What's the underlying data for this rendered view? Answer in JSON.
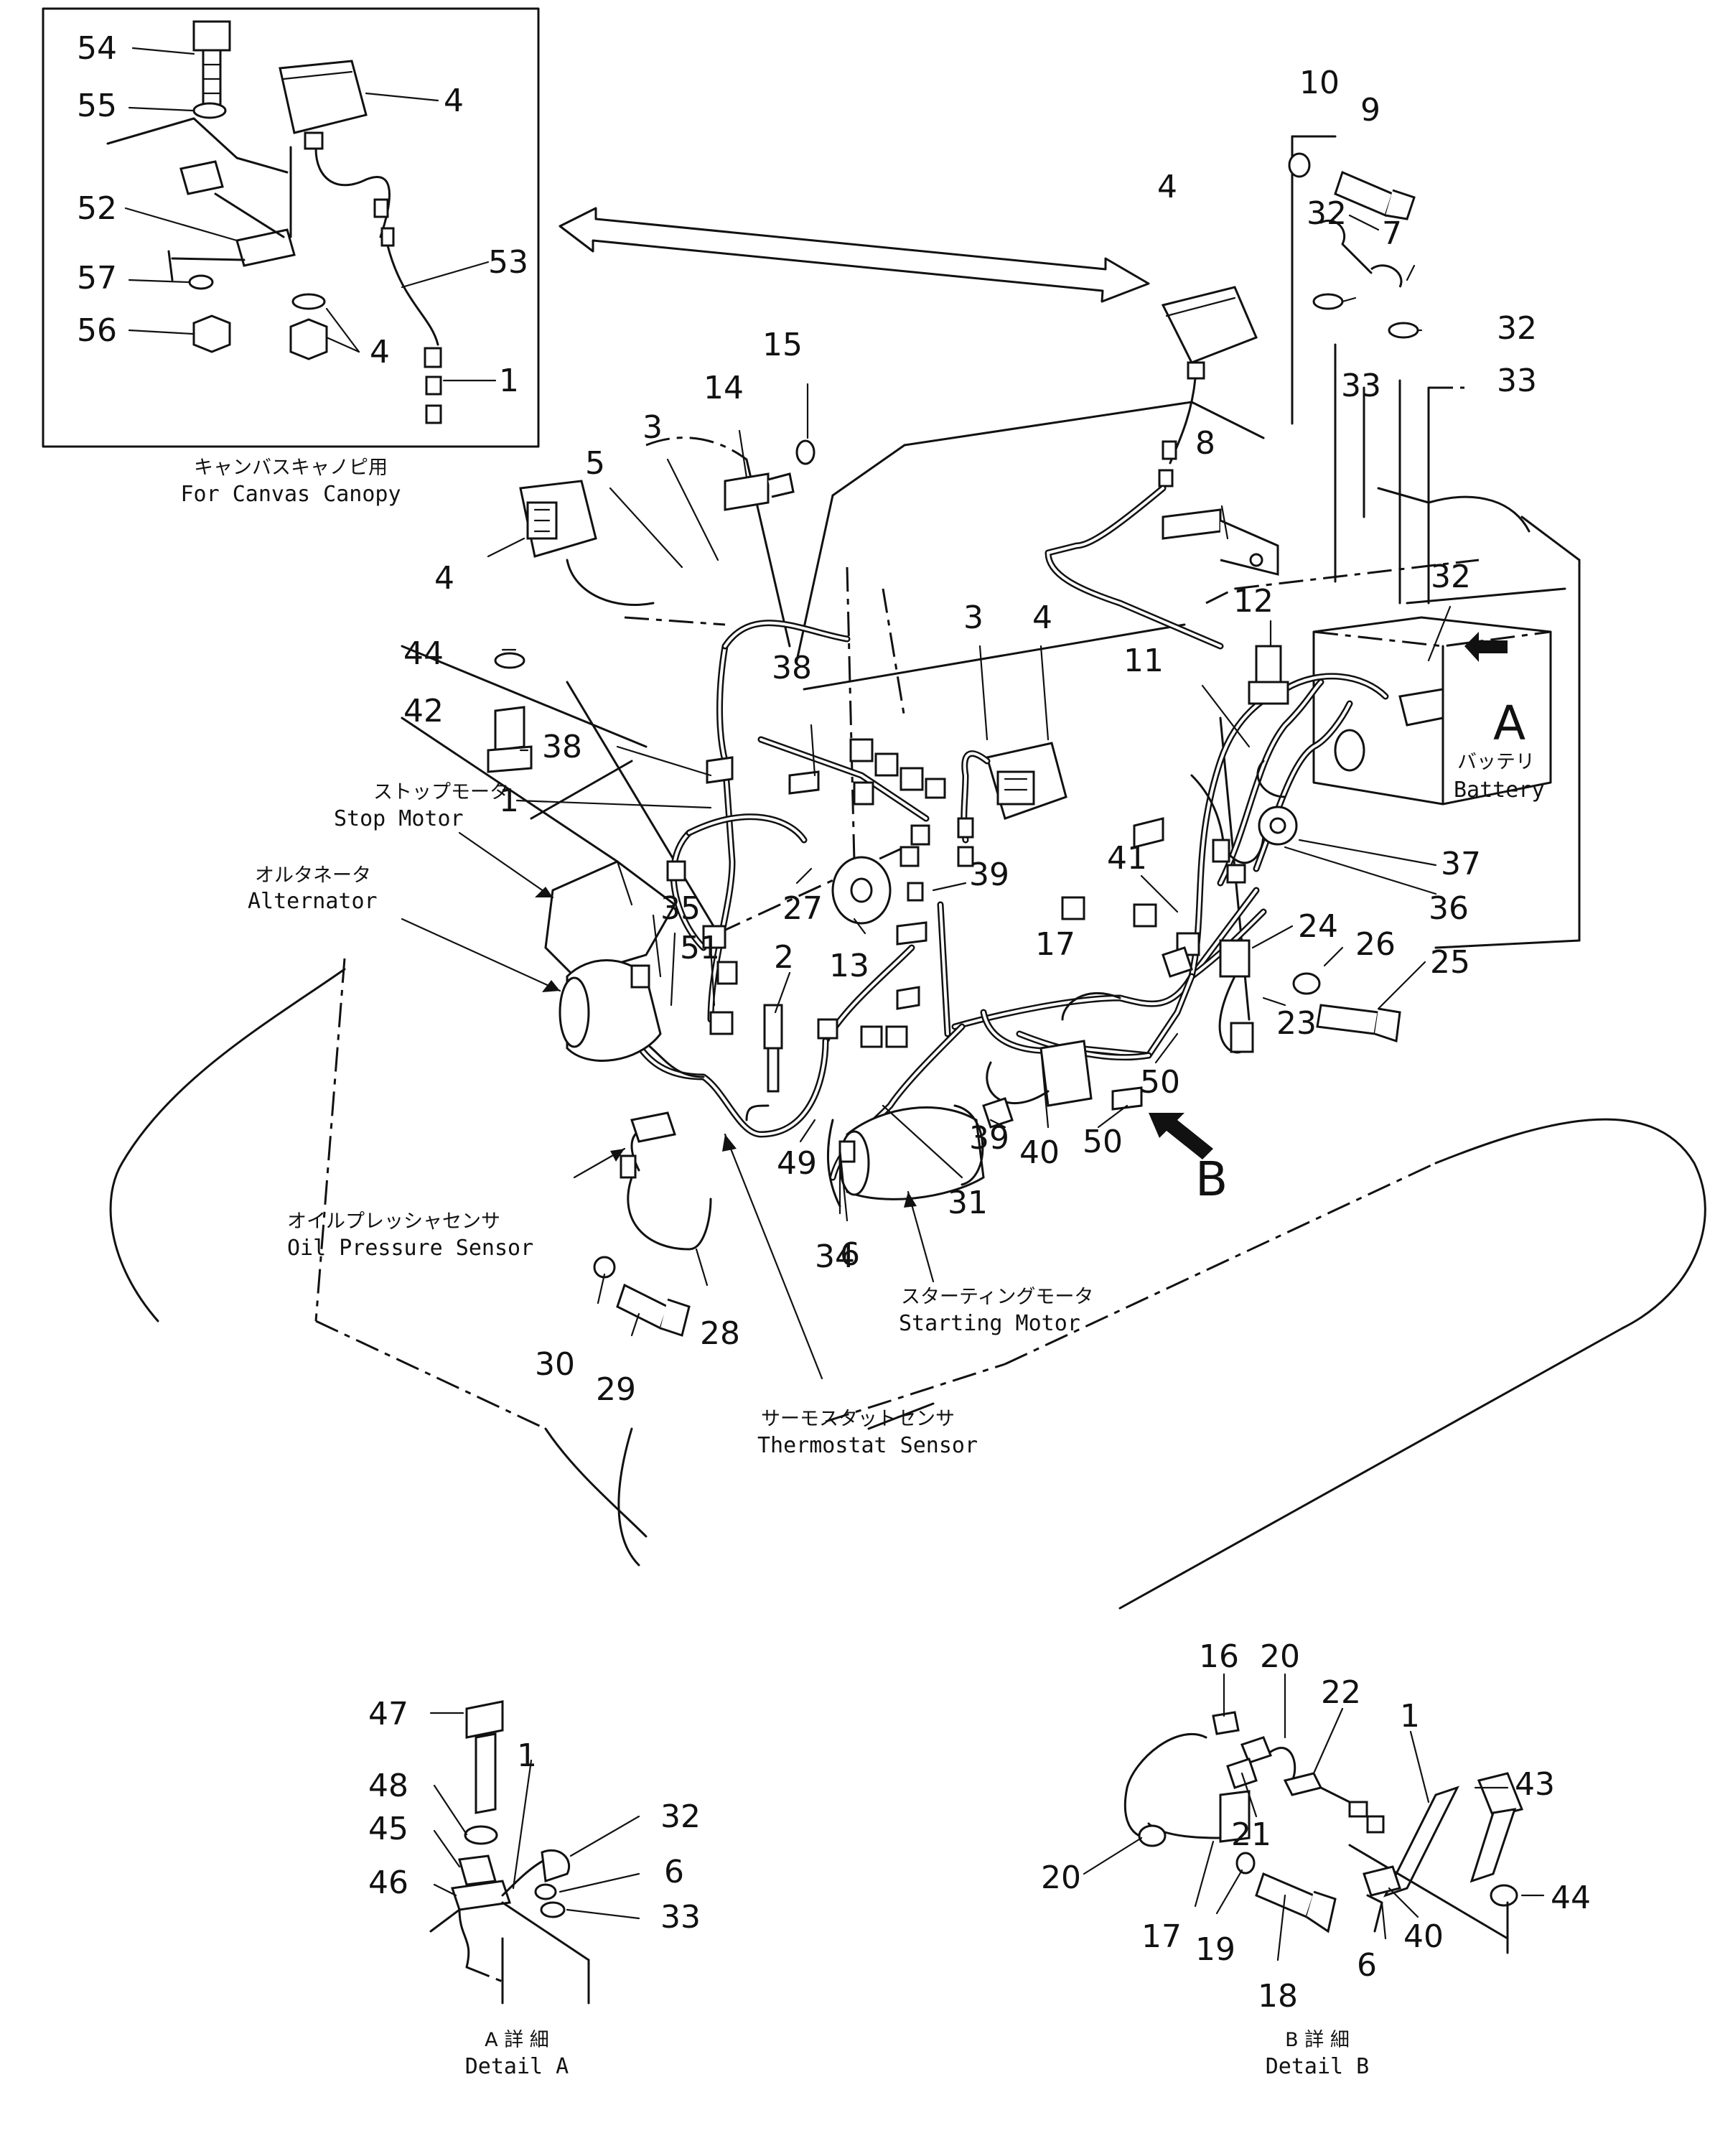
{
  "labels": {
    "inset_jp": "キャンバスキャノピ用",
    "inset_en": "For Canvas Canopy",
    "stop_motor_jp": "ストップモータ",
    "stop_motor_en": "Stop Motor",
    "alternator_jp": "オルタネータ",
    "alternator_en": "Alternator",
    "battery_jp": "バッテリ",
    "battery_en": "Battery",
    "oil_sensor_jp": "オイルプレッシャセンサ",
    "oil_sensor_en": "Oil Pressure Sensor",
    "starting_motor_jp": "スターティングモータ",
    "starting_motor_en": "Starting Motor",
    "thermostat_jp": "サーモスタットセンサ",
    "thermostat_en": "Thermostat Sensor",
    "detail_a_jp": "A 詳 細",
    "detail_a_en": "Detail A",
    "detail_b_jp": "B 詳 細",
    "detail_b_en": "Detail B",
    "view_a": "A",
    "view_b": "B"
  },
  "callouts": [
    "54",
    "55",
    "4",
    "52",
    "53",
    "57",
    "56",
    "4",
    "1",
    "14",
    "15",
    "3",
    "5",
    "4",
    "44",
    "42",
    "38",
    "38",
    "1",
    "3",
    "4",
    "35",
    "51",
    "2",
    "27",
    "13",
    "39",
    "4",
    "8",
    "12",
    "11",
    "10",
    "9",
    "32",
    "7",
    "32",
    "33",
    "33",
    "32",
    "41",
    "37",
    "36",
    "24",
    "26",
    "25",
    "23",
    "17",
    "50",
    "50",
    "40",
    "39",
    "31",
    "49",
    "6",
    "34",
    "30",
    "29",
    "28",
    "47",
    "48",
    "1",
    "32",
    "45",
    "46",
    "6",
    "33",
    "16",
    "20",
    "22",
    "1",
    "43",
    "20",
    "21",
    "44",
    "17",
    "19",
    "18",
    "6",
    "40"
  ]
}
